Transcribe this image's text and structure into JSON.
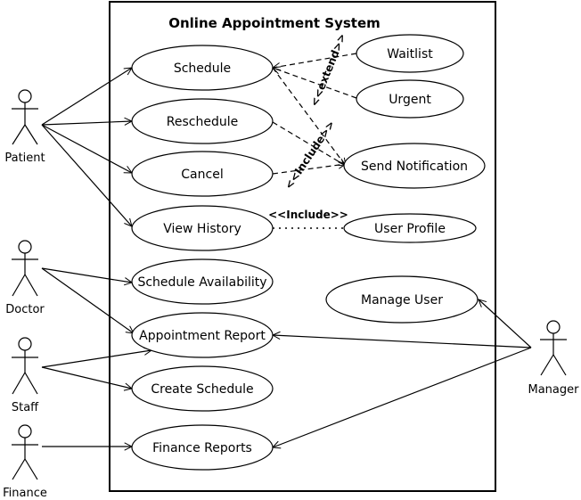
{
  "system": {
    "title": "Online Appointment System"
  },
  "actors": {
    "patient": "Patient",
    "doctor": "Doctor",
    "staff": "Staff",
    "finance": "Finance",
    "manager": "Manager"
  },
  "use_cases": {
    "schedule": "Schedule",
    "reschedule": "Reschedule",
    "cancel": "Cancel",
    "view_history": "View History",
    "schedule_availability": "Schedule Availability",
    "appointment_report": "Appointment Report",
    "create_schedule": "Create Schedule",
    "finance_reports": "Finance Reports",
    "waitlist": "Waitlist",
    "urgent": "Urgent",
    "send_notification": "Send Notification",
    "user_profile": "User Profile",
    "manage_user": "Manage User"
  },
  "stereotypes": {
    "extend": "<<extend>>",
    "include_notification": "<<Include>>",
    "include_profile": "<<Include>>"
  }
}
